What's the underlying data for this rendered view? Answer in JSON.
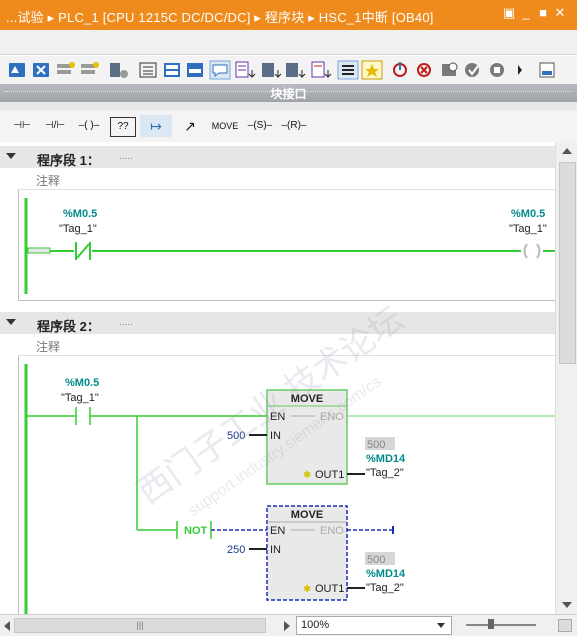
{
  "title": {
    "text": "...试验 ▸ PLC_1 [CPU 1215C DC/DC/DC] ▸ 程序块 ▸ HSC_1中断 [OB40]"
  },
  "window_controls": {
    "restore": "▣",
    "minimize": "_",
    "maximize": "■",
    "close": "✕"
  },
  "interface_bar": {
    "label": "块接口"
  },
  "instructions": [
    "⊣⊢",
    "⊣/⊢",
    "–( )–",
    "??",
    "↦",
    "↗",
    "MOVE",
    "–(S)–",
    "–(R)–"
  ],
  "networks": [
    {
      "header": "程序段 1：",
      "dots": ".....",
      "comment": "注释",
      "contact": {
        "addr": "%M0.5",
        "name": "\"Tag_1\""
      },
      "coil": {
        "addr": "%M0.5",
        "name": "\"Tag_1\""
      }
    },
    {
      "header": "程序段 2：",
      "dots": ".....",
      "comment": "注释",
      "contact": {
        "addr": "%M0.5",
        "name": "\"Tag_1\""
      },
      "move1": {
        "title": "MOVE",
        "en": "EN",
        "eno": "ENO",
        "in_label": "IN",
        "in_value": "500",
        "out_label": "OUT1",
        "out_value": "500",
        "out_addr": "%MD14",
        "out_name": "\"Tag_2\""
      },
      "not_label": "NOT",
      "move2": {
        "title": "MOVE",
        "en": "EN",
        "eno": "ENO",
        "in_label": "IN",
        "in_value": "250",
        "out_label": "OUT1",
        "out_value": "500",
        "out_addr": "%MD14",
        "out_name": "\"Tag_2\""
      }
    }
  ],
  "status": {
    "zoom": "100%",
    "hscroll": "|||"
  },
  "watermark": {
    "text1": "西门子工业  技术论坛",
    "text2": "support.industry.siemens.com/cs"
  },
  "colors": {
    "accent": "#ee8b1c",
    "rung": "#33cc33",
    "address": "#008b8b",
    "dash": "#1a2fb5",
    "value_box": "#d6d6d6"
  }
}
